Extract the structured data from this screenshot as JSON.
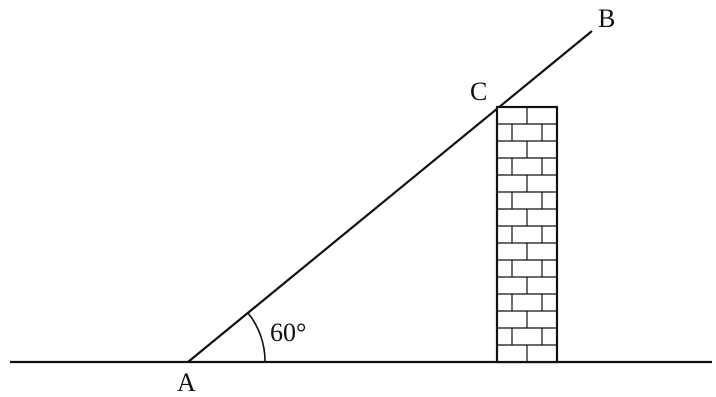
{
  "labels": {
    "point_a": "A",
    "point_b": "B",
    "point_c": "C",
    "angle": "60°"
  },
  "colors": {
    "stroke": "#111111",
    "background": "#ffffff"
  }
}
